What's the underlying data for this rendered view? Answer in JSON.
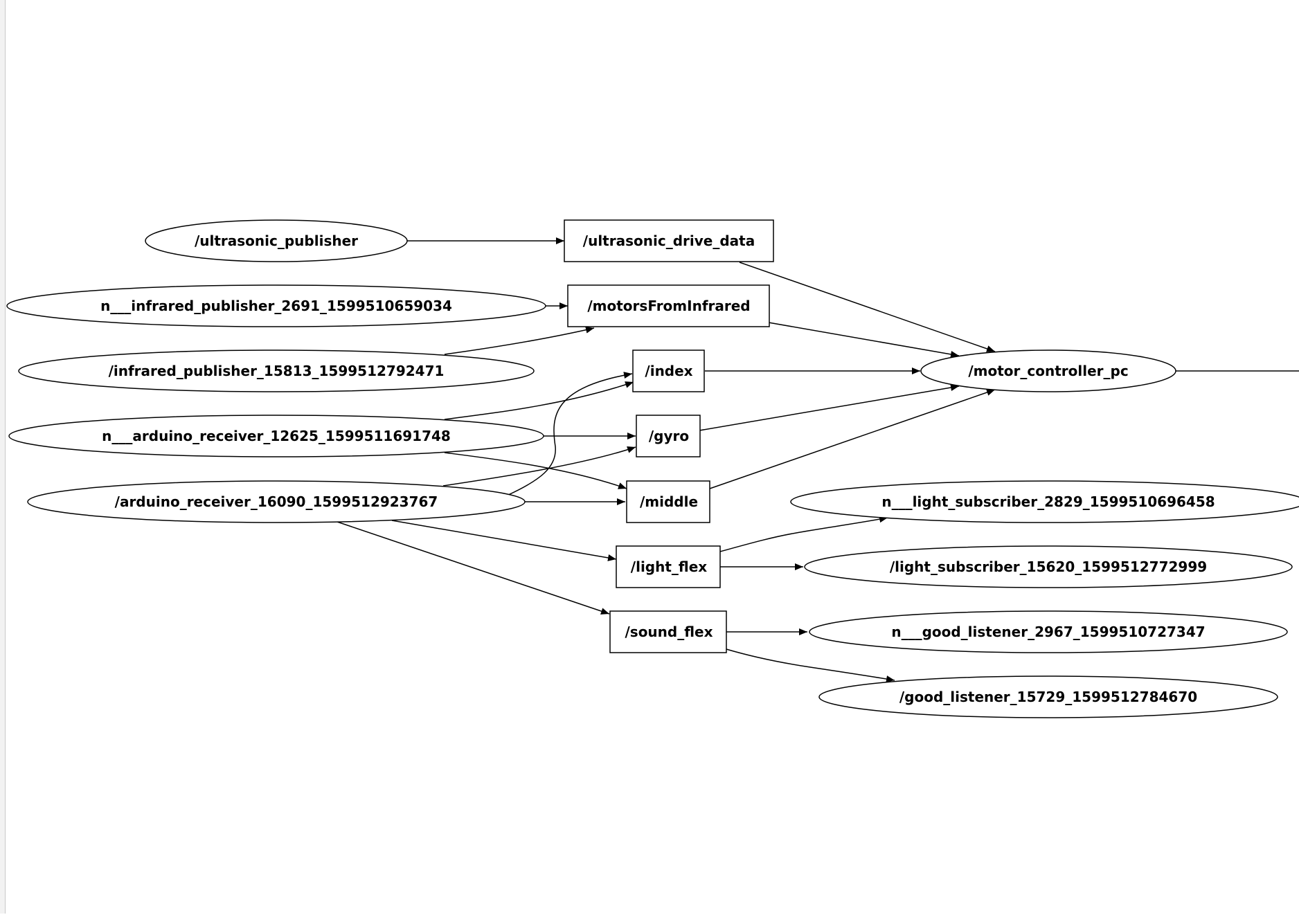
{
  "nodes": [
    {
      "id": "ultrasonic_publisher",
      "label": "/ultrasonic_publisher",
      "kind": "node"
    },
    {
      "id": "n_infrared_publisher",
      "label": "n___infrared_publisher_2691_1599510659034",
      "kind": "node"
    },
    {
      "id": "infrared_publisher",
      "label": "/infrared_publisher_15813_1599512792471",
      "kind": "node"
    },
    {
      "id": "n_arduino_receiver",
      "label": "n___arduino_receiver_12625_1599511691748",
      "kind": "node"
    },
    {
      "id": "arduino_receiver",
      "label": "/arduino_receiver_16090_1599512923767",
      "kind": "node"
    },
    {
      "id": "ultrasonic_drive_data",
      "label": "/ultrasonic_drive_data",
      "kind": "topic"
    },
    {
      "id": "motorsFromInfrared",
      "label": "/motorsFromInfrared",
      "kind": "topic"
    },
    {
      "id": "index",
      "label": "/index",
      "kind": "topic"
    },
    {
      "id": "gyro",
      "label": "/gyro",
      "kind": "topic"
    },
    {
      "id": "middle",
      "label": "/middle",
      "kind": "topic"
    },
    {
      "id": "light_flex",
      "label": "/light_flex",
      "kind": "topic"
    },
    {
      "id": "sound_flex",
      "label": "/sound_flex",
      "kind": "topic"
    },
    {
      "id": "motor_controller_pc",
      "label": "/motor_controller_pc",
      "kind": "node"
    },
    {
      "id": "n_light_subscriber",
      "label": "n___light_subscriber_2829_1599510696458",
      "kind": "node"
    },
    {
      "id": "light_subscriber",
      "label": "/light_subscriber_15620_1599512772999",
      "kind": "node"
    },
    {
      "id": "n_good_listener",
      "label": "n___good_listener_2967_1599510727347",
      "kind": "node"
    },
    {
      "id": "good_listener",
      "label": "/good_listener_15729_1599512784670",
      "kind": "node"
    }
  ],
  "edges": [
    {
      "from": "ultrasonic_publisher",
      "to": "ultrasonic_drive_data"
    },
    {
      "from": "n_infrared_publisher",
      "to": "motorsFromInfrared"
    },
    {
      "from": "infrared_publisher",
      "to": "motorsFromInfrared"
    },
    {
      "from": "n_arduino_receiver",
      "to": "index"
    },
    {
      "from": "n_arduino_receiver",
      "to": "gyro"
    },
    {
      "from": "n_arduino_receiver",
      "to": "middle"
    },
    {
      "from": "arduino_receiver",
      "to": "index"
    },
    {
      "from": "arduino_receiver",
      "to": "gyro"
    },
    {
      "from": "arduino_receiver",
      "to": "middle"
    },
    {
      "from": "arduino_receiver",
      "to": "light_flex"
    },
    {
      "from": "arduino_receiver",
      "to": "sound_flex"
    },
    {
      "from": "ultrasonic_drive_data",
      "to": "motor_controller_pc"
    },
    {
      "from": "motorsFromInfrared",
      "to": "motor_controller_pc"
    },
    {
      "from": "index",
      "to": "motor_controller_pc"
    },
    {
      "from": "gyro",
      "to": "motor_controller_pc"
    },
    {
      "from": "middle",
      "to": "motor_controller_pc"
    },
    {
      "from": "light_flex",
      "to": "n_light_subscriber"
    },
    {
      "from": "light_flex",
      "to": "light_subscriber"
    },
    {
      "from": "sound_flex",
      "to": "n_good_listener"
    },
    {
      "from": "sound_flex",
      "to": "good_listener"
    },
    {
      "from": "motor_controller_pc",
      "to": null
    }
  ]
}
